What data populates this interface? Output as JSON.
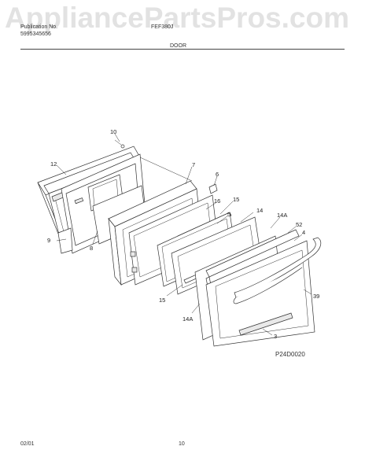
{
  "watermark": "AppliancePartsPros.com",
  "header": {
    "publication_label": "Publication No.",
    "publication_number": "5995345656",
    "model": "FEF380J",
    "section_title": "DOOR"
  },
  "diagram_code": "P24D0020",
  "footer": {
    "date": "02/01",
    "page_number": "10"
  },
  "callouts": {
    "c10": "10",
    "c12": "12",
    "c7": "7",
    "c6": "6",
    "c16": "16",
    "c15a": "15",
    "c5": "5",
    "c14": "14",
    "c14Aa": "14A",
    "c52": "52",
    "c4": "4",
    "c9": "9",
    "c8": "8",
    "c15b": "15",
    "c14Ab": "14A",
    "c39": "39",
    "c3": "3"
  }
}
